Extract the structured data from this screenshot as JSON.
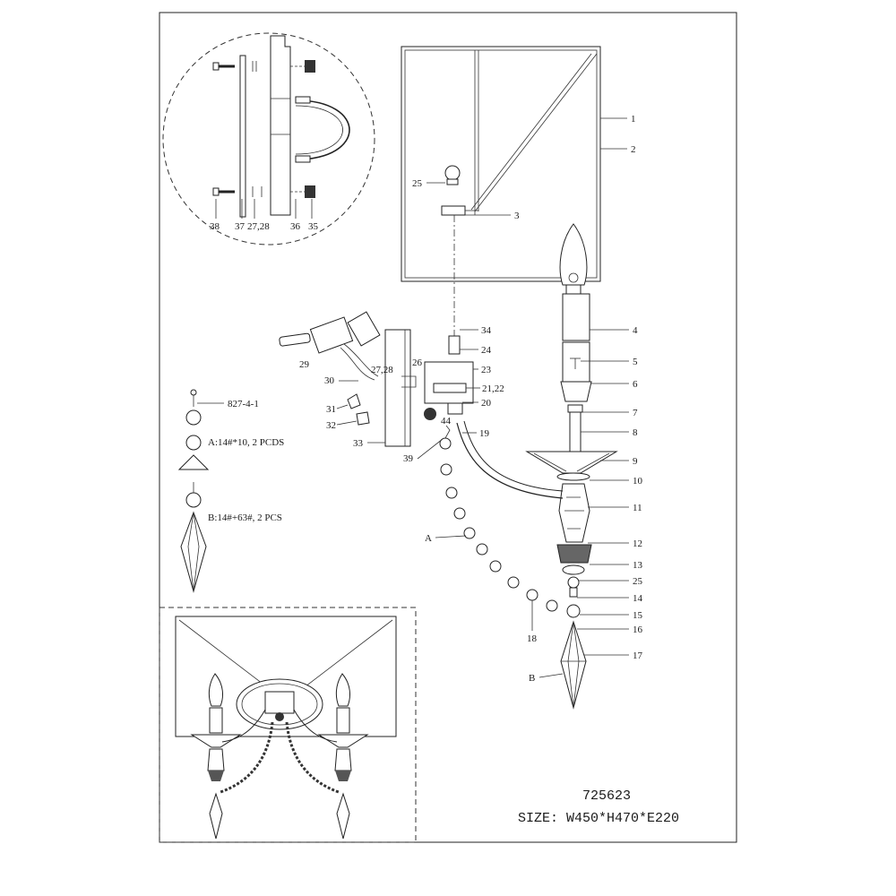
{
  "title": {
    "model": "725623",
    "size": "SIZE: W450*H470*E220"
  },
  "callouts": {
    "c1": "1",
    "c2": "2",
    "c3": "3",
    "c4": "4",
    "c5": "5",
    "c6": "6",
    "c7": "7",
    "c8": "8",
    "c9": "9",
    "c10": "10",
    "c11": "11",
    "c12": "12",
    "c13": "13",
    "c25b": "25",
    "c14": "14",
    "c15": "15",
    "c16": "16",
    "c17": "17",
    "c18": "18",
    "c19": "19",
    "c20": "20",
    "c21_22": "21,22",
    "c23": "23",
    "c24": "24",
    "c34": "34",
    "c25a": "25",
    "c26": "26",
    "c27_28a": "27,28",
    "c29": "29",
    "c30": "30",
    "c31": "31",
    "c32": "32",
    "c33": "33",
    "c39": "39",
    "c44": "44",
    "d38": "38",
    "d37": "37",
    "d27_28": "27,28",
    "d36": "36",
    "d35": "35",
    "markA": "A",
    "markB": "B"
  },
  "legend": {
    "part": "827-4-1",
    "a": "A:14#*10,  2 PCDS",
    "b": "B:14#+63#, 2 PCS"
  }
}
